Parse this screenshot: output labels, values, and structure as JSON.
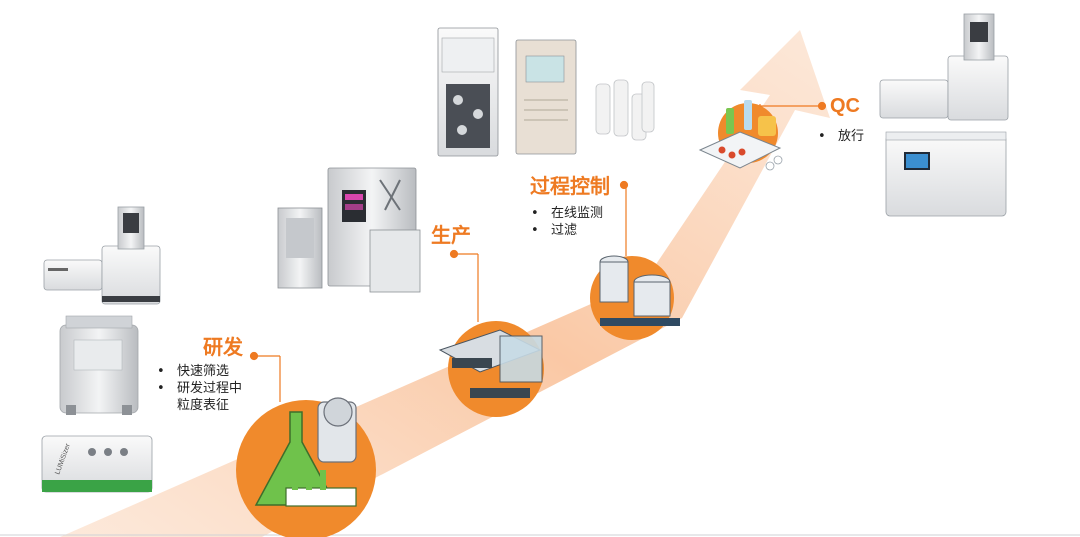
{
  "stages": {
    "rd": {
      "title": "研发",
      "items": [
        "快速筛选",
        "研发过程中",
        "粒度表征"
      ]
    },
    "production": {
      "title": "生产"
    },
    "process_control": {
      "title": "过程控制",
      "items": [
        "在线监测",
        "过滤"
      ]
    },
    "qc": {
      "title": "QC",
      "items": [
        "放行"
      ]
    }
  },
  "instrument_labels": {
    "lumisizer": "LUMiSizer"
  },
  "colors": {
    "accent": "#ee7a22",
    "arrow": "#f9c8a4",
    "circle": "#f08a2c"
  }
}
